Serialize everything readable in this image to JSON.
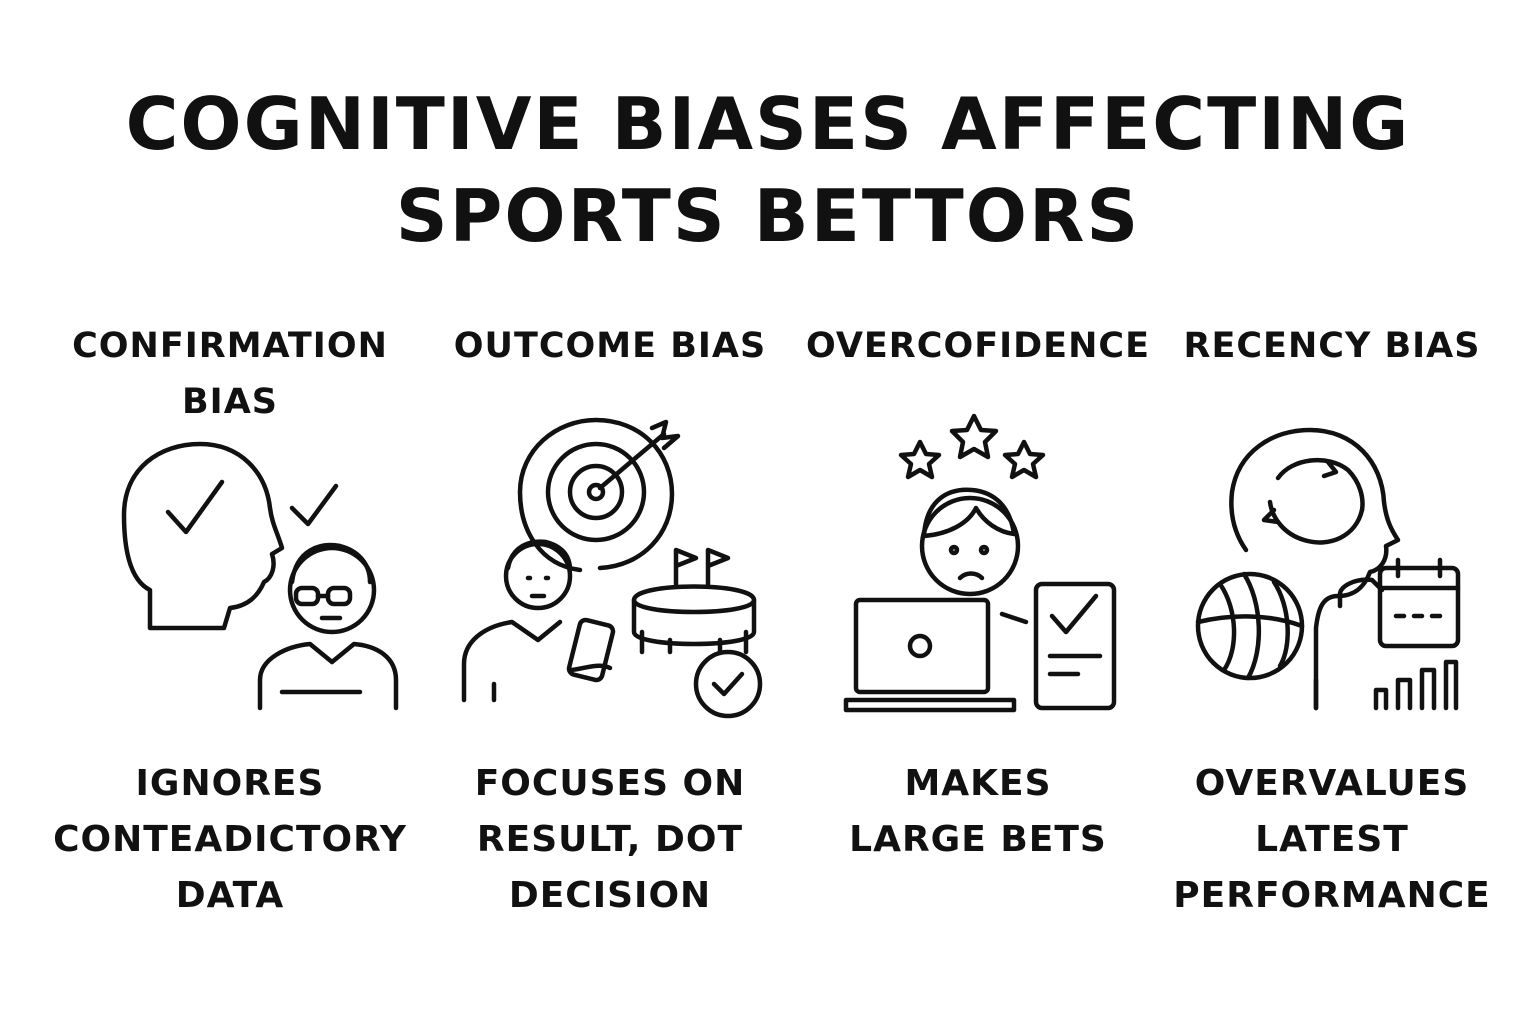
{
  "title": {
    "line1": "COGNITIVE BIASES AFFECTING",
    "line2": "SPORTS BETTORS"
  },
  "biases": [
    {
      "label_lines": [
        "CONFIRMATION",
        "BIAS"
      ],
      "icon": "head-checkmark-person-icon",
      "description_lines": [
        "IGNORES",
        "CONTEADICTORY",
        "DATA"
      ]
    },
    {
      "label_lines": [
        "OUTCOME BIAS"
      ],
      "icon": "target-stadium-phone-icon",
      "description_lines": [
        "FOCUSES ON",
        "RESULT, DOT",
        "DECISION"
      ]
    },
    {
      "label_lines": [
        "OVERCOFIDENCE"
      ],
      "icon": "stars-laptop-person-icon",
      "description_lines": [
        "MAKES",
        "LARGE BETS"
      ]
    },
    {
      "label_lines": [
        "RECENCY BIAS"
      ],
      "icon": "head-cycle-basketball-calendar-icon",
      "description_lines": [
        "OVERVALUES",
        "LATEST",
        "PERFORMANCE"
      ]
    }
  ]
}
